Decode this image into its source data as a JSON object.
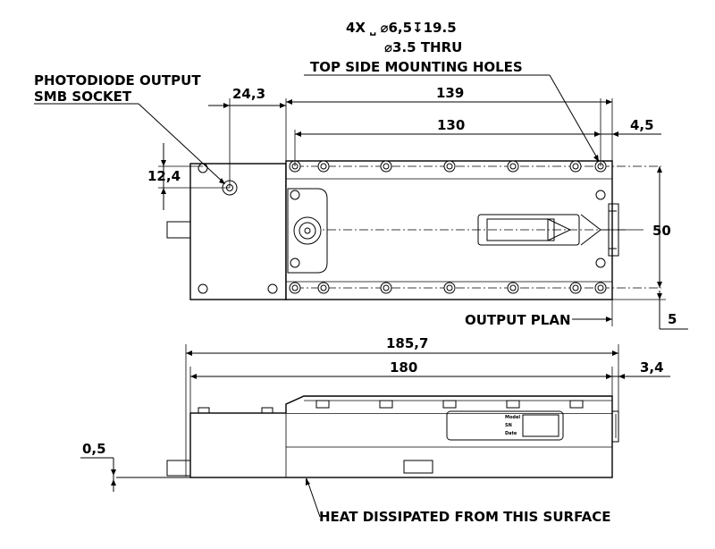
{
  "callouts": {
    "holes_line1": "4X ⎵ ⌀6,5↧19.5",
    "holes_line2": "⌀3.5 THRU",
    "holes_line3": "TOP SIDE MOUNTING HOLES",
    "photodiode_line1": "PHOTODIODE OUTPUT",
    "photodiode_line2": "SMB SOCKET",
    "output_plan": "OUTPUT PLAN",
    "heat": "HEAT DISSIPATED FROM THIS SURFACE"
  },
  "dimensions": {
    "d243": "24,3",
    "d139": "139",
    "d130": "130",
    "d45": "4,5",
    "d124": "12,4",
    "d50": "50",
    "d5": "5",
    "d1857": "185,7",
    "d180": "180",
    "d34": "3,4",
    "d05": "0,5"
  },
  "side_label": {
    "line1": "Model",
    "line2": "SN",
    "line3": "Date"
  }
}
